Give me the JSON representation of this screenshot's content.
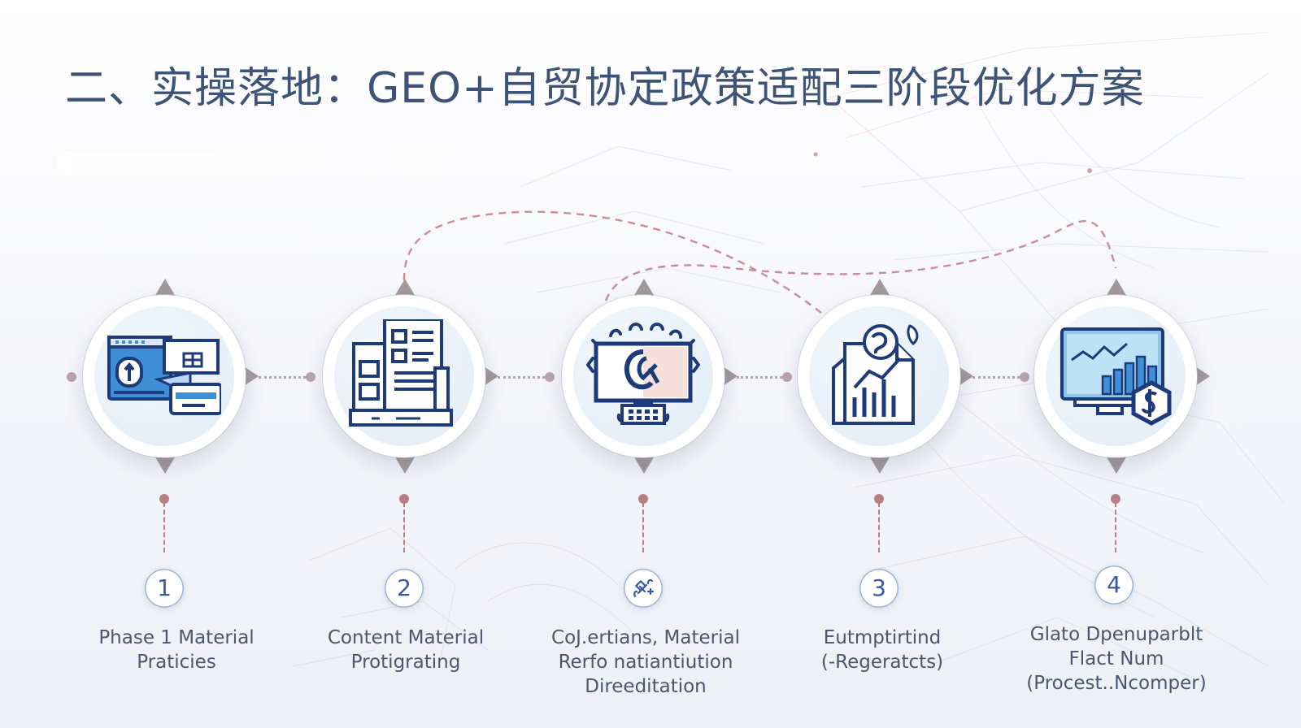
{
  "title": "二、实操落地：GEO+自贸协定政策适配三阶段优化方案",
  "colors": {
    "title": "#3f5277",
    "icon_stroke": "#1d3a7a",
    "icon_blue": "#3f8fd6",
    "accent_dash": "#c07c86",
    "number": "#3a56a8"
  },
  "stages": [
    {
      "icon": "browser-window-icon",
      "number": "1",
      "lines": [
        "Phase 1 Material",
        "Praticies"
      ]
    },
    {
      "icon": "document-layout-icon",
      "number": "2",
      "lines": [
        "Content Material",
        "Protigrating"
      ]
    },
    {
      "icon": "monitor-process-icon",
      "number": "",
      "number_icon": "satellite-icon",
      "lines": [
        "CoJ.ertians, Material",
        "Rerfo natiantiution",
        "Direeditation"
      ]
    },
    {
      "icon": "report-chart-icon",
      "number": "3",
      "lines": [
        "Eutmptirtind",
        "(-Regeratcts)"
      ]
    },
    {
      "icon": "finance-dashboard-icon",
      "number": "4",
      "lines": [
        "Glato Dpenuparblt",
        "Flact Num",
        "(Procest..Ncomper)"
      ]
    }
  ]
}
